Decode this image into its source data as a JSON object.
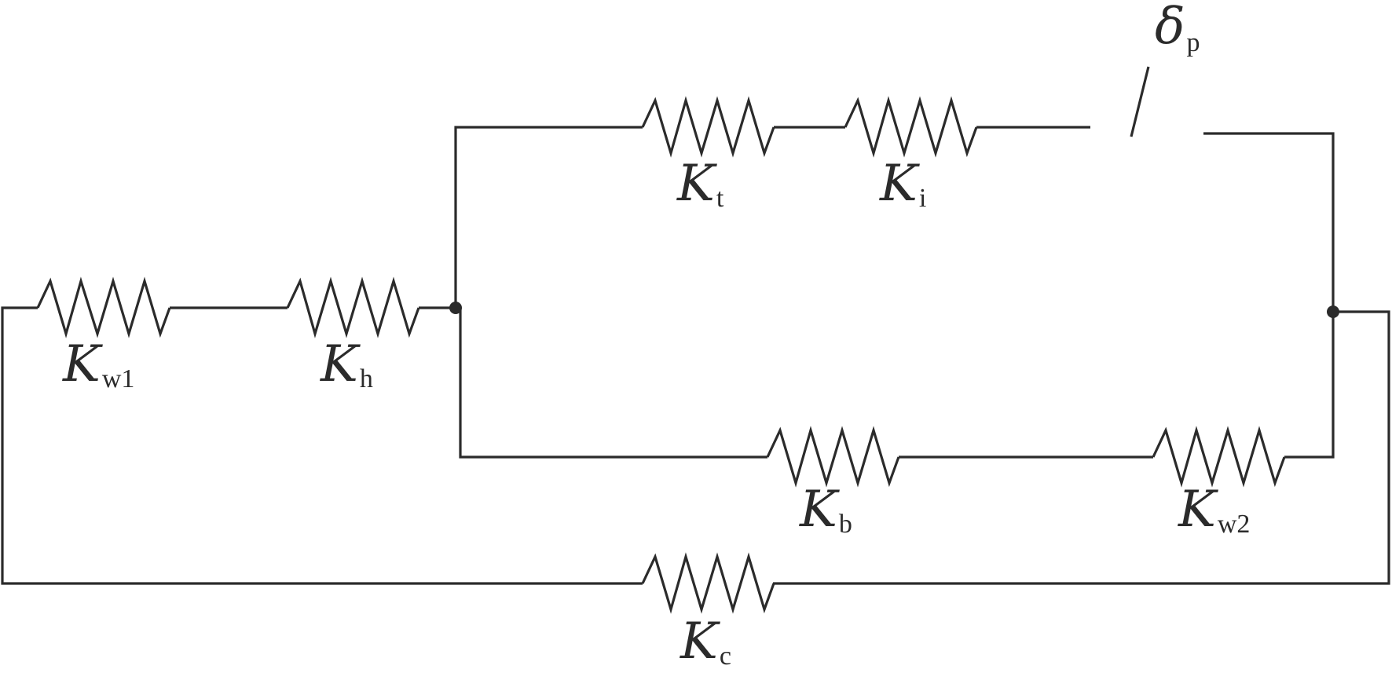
{
  "diagram": {
    "springs": {
      "kw1": {
        "symbol": "K",
        "subscript": "w1"
      },
      "kh": {
        "symbol": "K",
        "subscript": "h"
      },
      "kt": {
        "symbol": "K",
        "subscript": "t"
      },
      "ki": {
        "symbol": "K",
        "subscript": "i"
      },
      "kb": {
        "symbol": "K",
        "subscript": "b"
      },
      "kw2": {
        "symbol": "K",
        "subscript": "w2"
      },
      "kc": {
        "symbol": "K",
        "subscript": "c"
      }
    },
    "gap": {
      "symbol": "δ",
      "subscript": "p"
    }
  }
}
